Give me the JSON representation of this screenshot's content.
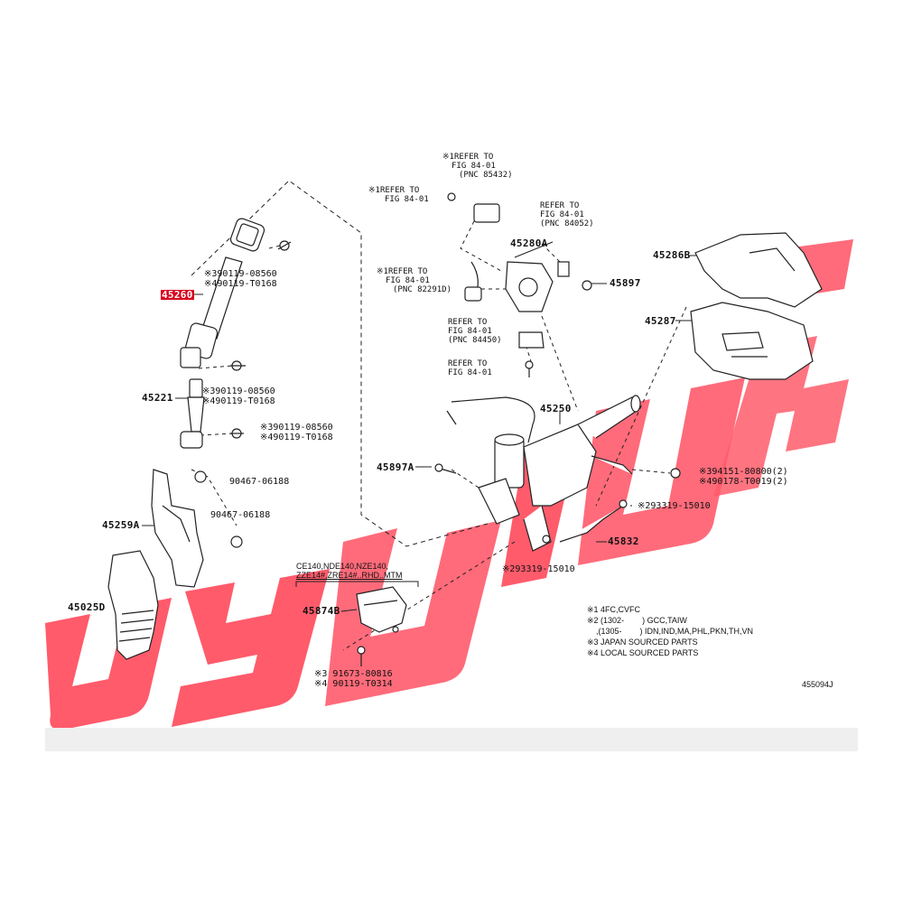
{
  "diagram_code": "455094J",
  "highlight_color": "#d8001c",
  "watermark_color": "#ff4d5e",
  "parts": {
    "p45260": "45260",
    "p45221": "45221",
    "p45259A": "45259A",
    "p45025D": "45025D",
    "p45280A": "45280A",
    "p45897": "45897",
    "p45286B": "45286B",
    "p45287": "45287",
    "p45250": "45250",
    "p45897A": "45897A",
    "p45832": "45832",
    "p45874B": "45874B"
  },
  "bolts": {
    "b1": [
      "※390119-08560",
      "※490119-T0168"
    ],
    "b2": [
      "※390119-08560",
      "※490119-T0168"
    ],
    "b3": [
      "※390119-08560",
      "※490119-T0168"
    ],
    "b4": "90467-06188",
    "b5": "90467-06188",
    "b6": [
      "※394151-80800(2)",
      "※490178-T0019(2)"
    ],
    "b7": "※293319-15010",
    "b8": "※293319-15010",
    "b9": [
      "※3 91673-80816",
      "※4 90119-T0314"
    ]
  },
  "refs": {
    "r1": [
      "※1REFER TO",
      "FIG 84-01",
      "(PNC 85432)"
    ],
    "r2": [
      "※1REFER TO",
      "FIG 84-01"
    ],
    "r3": [
      "REFER TO",
      "FIG 84-01",
      "(PNC 84052)"
    ],
    "r4": [
      "※1REFER TO",
      "FIG 84-01",
      "(PNC 82291D)"
    ],
    "r5": [
      "REFER TO",
      "FIG 84-01",
      "(PNC 84450)"
    ],
    "r6": [
      "REFER TO",
      "FIG 84-01"
    ]
  },
  "model_box": [
    "CE140,NDE140,NZE140,",
    "ZZE14#,ZRE14#..RHD..MTM"
  ],
  "legend": [
    "※1 4FC,CVFC",
    "※2 (1302-        ) GCC,TAIW",
    "    ,(1305-        ) IDN,IND,MA,PHL,PKN,TH,VN",
    "※3 JAPAN SOURCED PARTS",
    "※4 LOCAL SOURCED PARTS"
  ]
}
